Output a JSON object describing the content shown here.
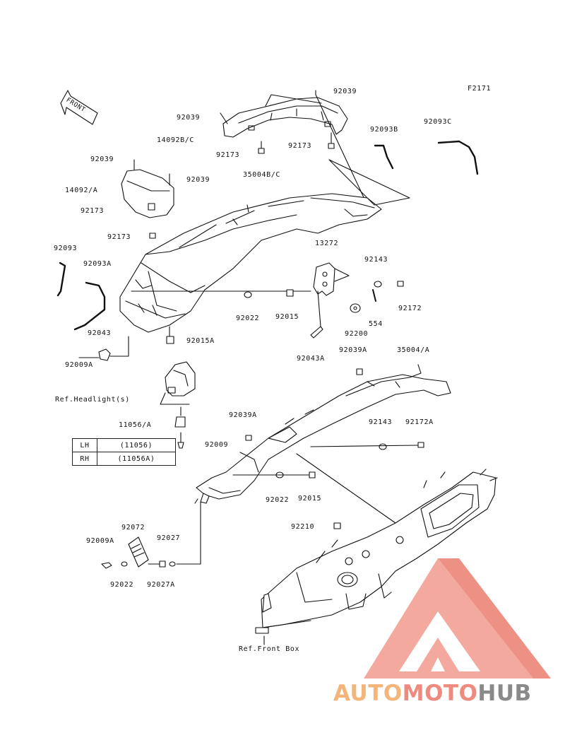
{
  "figure_id": "F2171",
  "front_label": "FRONT",
  "refs": {
    "headlight": "Ref.Headlight(s)",
    "front_box": "Ref.Front Box"
  },
  "side_table": [
    {
      "side": "LH",
      "code": "(11056)"
    },
    {
      "side": "RH",
      "code": "(11056A)"
    }
  ],
  "part_labels": {
    "p92039_top_right": "92039",
    "p92039_upper": "92039",
    "p14092bc": "14092B/C",
    "p92173_left": "92173",
    "p92173_right": "92173",
    "p92093b": "92093B",
    "p92093c": "92093C",
    "p92039_left": "92039",
    "p92039_mid": "92039",
    "p35004bc": "35004B/C",
    "p14092a": "14092/A",
    "p92173_lower": "92173",
    "p92173_mid": "92173",
    "p13272": "13272",
    "p92093": "92093",
    "p92093a": "92093A",
    "p92143_upper": "92143",
    "p92172": "92172",
    "p92022_upper": "92022",
    "p92015_upper": "92015",
    "p554": "554",
    "p92200": "92200",
    "p92043": "92043",
    "p92015a": "92015A",
    "p92043a": "92043A",
    "p92039a_right": "92039A",
    "p35004a": "35004/A",
    "p92009a_upper": "92009A",
    "p11056a": "11056/A",
    "p92039a_mid": "92039A",
    "p92143_lower": "92143",
    "p92172a": "92172A",
    "p92009": "92009",
    "p92022_mid": "92022",
    "p92015_lower": "92015",
    "p92072": "92072",
    "p92210": "92210",
    "p92009a_lower": "92009A",
    "p92027": "92027",
    "p92022_lower": "92022",
    "p92027a": "92027A"
  },
  "watermark": {
    "part1": "AUTO",
    "part2": "MOTO",
    "part3": "HUB",
    "color_auto": "#f3b57a",
    "color_moto": "#ef8a7e",
    "color_hub": "#8a8a8a"
  }
}
